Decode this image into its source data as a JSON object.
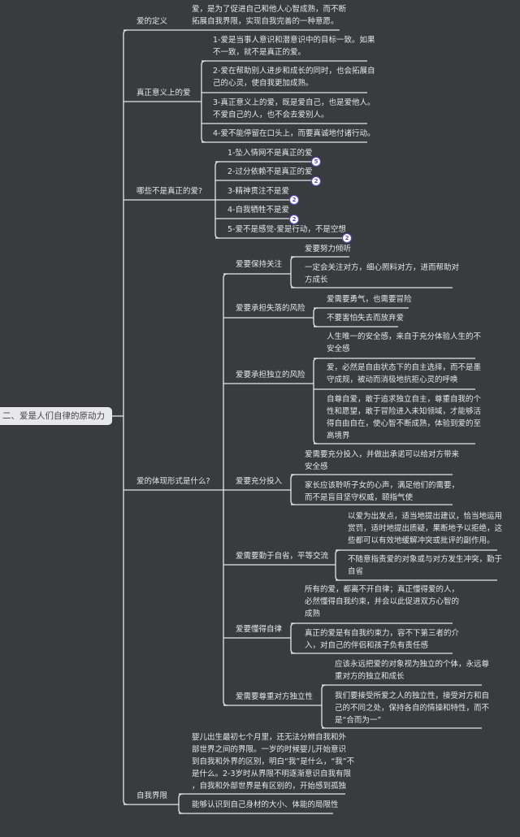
{
  "root": "二、爱是人们自律的原动力",
  "definition": {
    "label": "爱的定义",
    "text": "爱，是为了促进自己和他人心智成熟，而不断\n拓展自我界限，实现自我完善的一种意愿。"
  },
  "true_love": {
    "label": "真正意义上的爱",
    "items": [
      "1-爱是当事人意识和潜意识中的目标一致。如果\n不一致，就不是真正的爱。",
      "2-爱在帮助别人进步和成长的同时，也会拓展自\n己的心灵，使自我更加成熟。",
      "3-真正意义上的爱，既是爱自己，也是爱他人。\n不爱自己的人，也不会去爱别人。",
      "4-爱不能停留在口头上，而要真诚地付诸行动。"
    ]
  },
  "not_love": {
    "label": "哪些不是真正的爱?",
    "items": [
      {
        "text": "1-坠入情网不是真正的爱",
        "badge": "5"
      },
      {
        "text": "2-过分依赖不是真正的爱",
        "badge": "2"
      },
      {
        "text": "3-精神贯注不是爱",
        "badge": "2"
      },
      {
        "text": "4-自我牺牲不是爱",
        "badge": "2"
      },
      {
        "text": "5-爱不是感觉-爱是行动，不是空想",
        "badge": "2"
      }
    ]
  },
  "forms": {
    "label": "爱的体现形式是什么?",
    "groups": [
      {
        "label": "爱要保持关注",
        "items": [
          "爱要努力倾听",
          "一定会关注对方，细心照料对方，进而帮助对\n方成长"
        ]
      },
      {
        "label": "爱要承担失落的风险",
        "items": [
          "爱需要勇气，也需要冒险",
          "不要害怕失去而放弃爱"
        ]
      },
      {
        "label": "爱要承担独立的风险",
        "items": [
          "人生唯一的安全感，来自于充分体验人生的不\n安全感",
          "爱，必然是自由状态下的自主选择，而不是墨\n守成规，被动而消极地抗拒心灵的呼唤",
          "自尊自爱，敢于追求独立自主，尊重自我的个\n性和愿望，敢于冒险进入未知领域，才能够活\n得自由自在，使心智不断成熟，体验到爱的至\n高境界"
        ]
      },
      {
        "label": "爱要充分投入",
        "items": [
          "爱需要充分投入，并做出承诺可以给对方带来\n安全感",
          "家长应该聆听子女的心声，满足他们的需要，\n而不是盲目坚守权威，颐指气使"
        ]
      },
      {
        "label": "爱需要勤于自省，平等交流",
        "items": [
          "以爱为出发点，适当地提出建议，恰当地运用\n赏罚，适时地提出质疑，果断地予以拒绝，这\n些都可以有效地缓解冲突或批评的副作用。",
          "不随意指责爱的对象或与对方发生冲突，勤于\n自省"
        ]
      },
      {
        "label": "爱要懂得自律",
        "items": [
          "所有的爱，都离不开自律；真正懂得爱的人，\n必然懂得自我约束，并会以此促进双方心智的\n成熟",
          "真正的爱是有自我约束力，容不下第三者的介\n入，对自己的伴侣和孩子负有责任感"
        ]
      },
      {
        "label": "爱需要尊重对方独立性",
        "items": [
          "应该永远把爱的对象视为独立的个体，永远尊\n重对方的独立和成长",
          "我们要接受所爱之人的独立性，接受对方和自\n己的不同之处，保持各自的情操和特性，而不\n是“合而为一”"
        ]
      }
    ]
  },
  "boundary": {
    "label": "自我界限",
    "items": [
      "婴儿出生最初七个月里，还无法分辨自我和外\n部世界之间的界限。一岁的时候婴儿开始意识\n到自我和外界的区别，明白“我”是什么，“我”不\n是什么。2-3岁时从界限不明逐渐意识自我有限\n，自我和外部世界是有区别的，开始感到孤独",
      "能够认识到自己身材的大小、体能的局限性"
    ]
  }
}
